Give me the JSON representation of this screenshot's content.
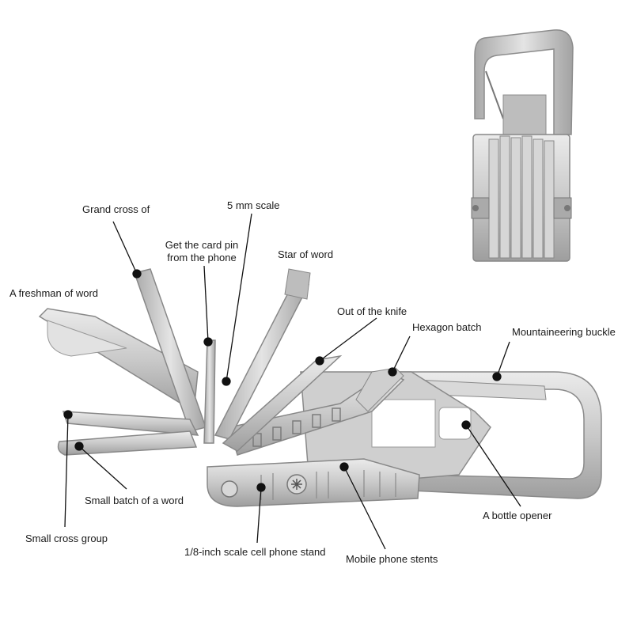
{
  "labels": {
    "grand_cross": "Grand cross of",
    "scale_5mm": "5 mm scale",
    "card_pin_line1": "Get the card pin",
    "card_pin_line2": "from the phone",
    "star_of_word": "Star of word",
    "freshman_of_word": "A freshman of word",
    "out_of_knife": "Out of the knife",
    "hexagon_batch": "Hexagon batch",
    "mountaineering_buckle": "Mountaineering buckle",
    "bottle_opener": "A bottle opener",
    "small_batch_word": "Small batch of a word",
    "small_cross_group": "Small cross group",
    "scale_phone_stand": "1/8-inch scale cell phone stand",
    "mobile_phone_stents": "Mobile phone stents"
  },
  "colors": {
    "metal_light": "#d9d9d9",
    "metal_mid": "#b8b8b8",
    "metal_dark": "#8e8e8e",
    "pointer": "#111111"
  }
}
